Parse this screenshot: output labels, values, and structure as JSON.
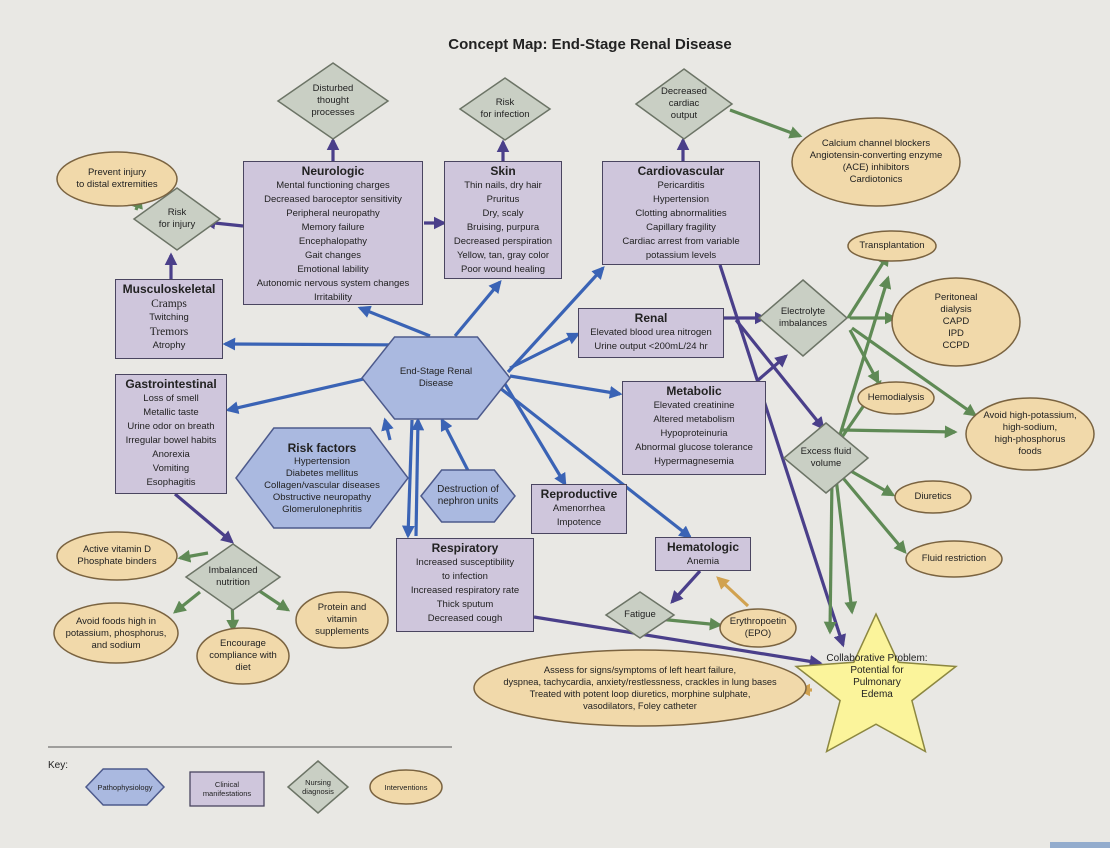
{
  "title": "Concept Map: End-Stage Renal Disease",
  "colors": {
    "pathophysiology": "#aab9e0",
    "clinical": "#cfc6dc",
    "nursing": "#c9cfc4",
    "intervention": "#f1d9aa",
    "arrow_blue": "#3a63b5",
    "arrow_green": "#5f8a55",
    "arrow_navy": "#4a3f8a",
    "arrow_gold": "#d1a250",
    "star": "#fbf49b"
  },
  "pathophysiology": [
    {
      "id": "esrd",
      "lines": [
        "End-Stage Renal",
        "Disease"
      ]
    },
    {
      "id": "risk",
      "title": "Risk factors",
      "lines": [
        "Hypertension",
        "Diabetes mellitus",
        "Collagen/vascular diseases",
        "Obstructive neuropathy",
        "Glomerulonephritis"
      ]
    },
    {
      "id": "destruction",
      "lines": [
        "Destruction of",
        "nephron units"
      ]
    }
  ],
  "clinical": [
    {
      "id": "neuro",
      "title": "Neurologic",
      "lines": [
        "Mental functioning charges",
        "Decreased baroceptor sensitivity",
        "Peripheral neuropathy",
        "Memory failure",
        "Encephalopathy",
        "Gait changes",
        "Emotional lability",
        "Autonomic nervous system changes",
        "Irritability"
      ]
    },
    {
      "id": "skin",
      "title": "Skin",
      "lines": [
        "Thin nails, dry hair",
        "Pruritus",
        "Dry, scaly",
        "Bruising, purpura",
        "Decreased perspiration",
        "Yellow, tan, gray color",
        "Poor wound healing"
      ]
    },
    {
      "id": "cardio",
      "title": "Cardiovascular",
      "lines": [
        "Pericarditis",
        "Hypertension",
        "Clotting abnormalities",
        "Capillary fragility",
        "Cardiac arrest from variable",
        "potassium levels"
      ]
    },
    {
      "id": "musculo",
      "title": "Musculoskeletal",
      "lines": [
        "Cramps",
        "Twitching",
        "Tremors",
        "Atrophy"
      ]
    },
    {
      "id": "renal",
      "title": "Renal",
      "lines": [
        "Elevated blood urea nitrogen",
        "Urine output <200mL/24 hr"
      ]
    },
    {
      "id": "gi",
      "title": "Gastrointestinal",
      "lines": [
        "Loss of smell",
        "Metallic taste",
        "Urine odor on breath",
        "Irregular bowel habits",
        "Anorexia",
        "Vomiting",
        "Esophagitis"
      ]
    },
    {
      "id": "metabolic",
      "title": "Metabolic",
      "lines": [
        "Elevated creatinine",
        "Altered metabolism",
        "Hypoproteinuria",
        "Abnormal glucose tolerance",
        "Hypermagnesemia"
      ]
    },
    {
      "id": "repro",
      "title": "Reproductive",
      "lines": [
        "Amenorrhea",
        "Impotence"
      ]
    },
    {
      "id": "resp",
      "title": "Respiratory",
      "lines": [
        "Increased susceptibility",
        "to infection",
        "Increased respiratory rate",
        "Thick sputum",
        "Decreased cough"
      ]
    },
    {
      "id": "hema",
      "title": "Hematologic",
      "lines": [
        "Anemia"
      ]
    }
  ],
  "nursing": [
    {
      "id": "thought",
      "lines": [
        "Disturbed",
        "thought",
        "processes"
      ]
    },
    {
      "id": "infection",
      "lines": [
        "Risk",
        "for infection"
      ]
    },
    {
      "id": "cardiac",
      "lines": [
        "Decreased",
        "cardiac",
        "output"
      ]
    },
    {
      "id": "injury",
      "lines": [
        "Risk",
        "for injury"
      ]
    },
    {
      "id": "electrolyte",
      "lines": [
        "Electrolyte",
        "imbalances"
      ]
    },
    {
      "id": "fluid",
      "lines": [
        "Excess fluid",
        "volume"
      ]
    },
    {
      "id": "nutrition",
      "lines": [
        "Imbalanced",
        "nutrition"
      ]
    },
    {
      "id": "fatigue",
      "lines": [
        "Fatigue"
      ]
    }
  ],
  "interventions": [
    {
      "id": "prevent",
      "lines": [
        "Prevent injury",
        "to distal extremities"
      ]
    },
    {
      "id": "calcium",
      "lines": [
        "Calcium channel blockers",
        "Angiotensin-converting enzyme",
        "(ACE) inhibitors",
        "Cardiotonics"
      ]
    },
    {
      "id": "transplant",
      "lines": [
        "Transplantation"
      ]
    },
    {
      "id": "peritoneal",
      "lines": [
        "Peritoneal",
        "dialysis",
        "CAPD",
        "IPD",
        "CCPD"
      ]
    },
    {
      "id": "hemodialysis",
      "lines": [
        "Hemodialysis"
      ]
    },
    {
      "id": "avoidK",
      "lines": [
        "Avoid high-potassium,",
        "high-sodium,",
        "high-phosphorus",
        "foods"
      ]
    },
    {
      "id": "diuretics",
      "lines": [
        "Diuretics"
      ]
    },
    {
      "id": "fluidres",
      "lines": [
        "Fluid restriction"
      ]
    },
    {
      "id": "vitamin",
      "lines": [
        "Active vitamin D",
        "Phosphate binders"
      ]
    },
    {
      "id": "avoidfoods",
      "lines": [
        "Avoid foods high in",
        "potassium, phosphorus,",
        "and sodium"
      ]
    },
    {
      "id": "compliance",
      "lines": [
        "Encourage",
        "compliance with",
        "diet"
      ]
    },
    {
      "id": "protein",
      "lines": [
        "Protein and",
        "vitamin",
        "supplements"
      ]
    },
    {
      "id": "epo",
      "lines": [
        "Erythropoetin",
        "(EPO)"
      ]
    },
    {
      "id": "assess",
      "lines": [
        "Assess for signs/symptoms of left heart failure,",
        "dyspnea, tachycardia, anxiety/restlessness, crackles in lung bases",
        "Treated with potent loop diuretics, morphine sulphate,",
        "vasodilators, Foley catheter"
      ]
    }
  ],
  "collaborative": {
    "lines": [
      "Collaborative Problem:",
      "Potential for",
      "Pulmonary",
      "Edema"
    ]
  },
  "key": {
    "label": "Key:",
    "items": [
      "Pathophysiology",
      "Clinical manifestations",
      "Nursing diagnosis",
      "Interventions"
    ]
  }
}
